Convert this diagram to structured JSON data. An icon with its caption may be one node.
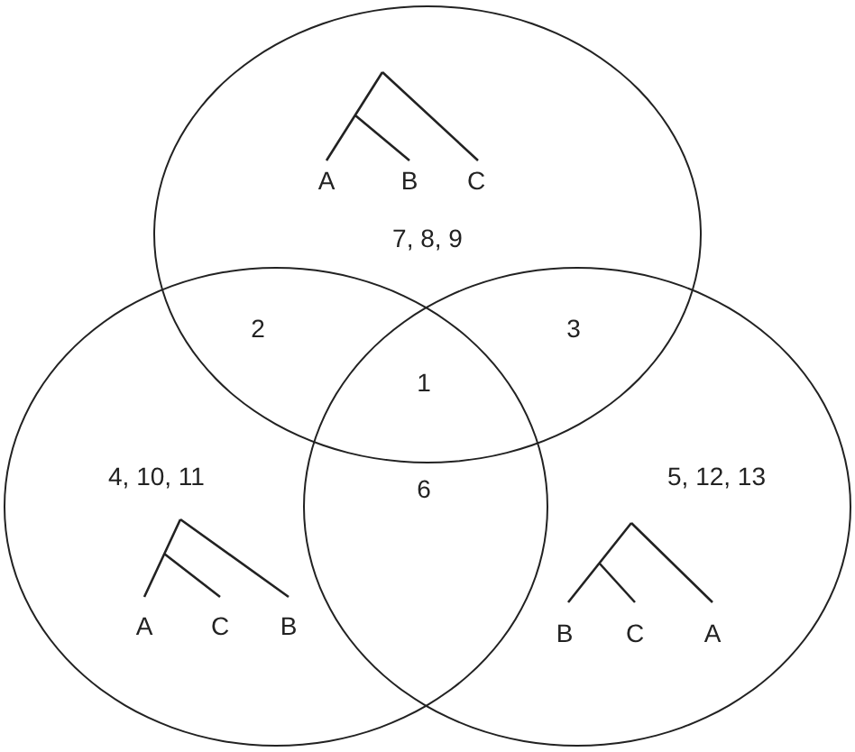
{
  "diagram": {
    "nodes": [
      {
        "text": [],
        "shape": "circle"
      },
      {
        "text": [],
        "shape": "circle"
      },
      {
        "text": [],
        "shape": "circle"
      }
    ],
    "labels": [
      "A",
      "B",
      "C",
      "7, 8, 9",
      "2",
      "3",
      "1",
      "4, 10, 11",
      "5, 12, 13",
      "6",
      "A",
      "C",
      "B",
      "B",
      "C",
      "A"
    ]
  }
}
